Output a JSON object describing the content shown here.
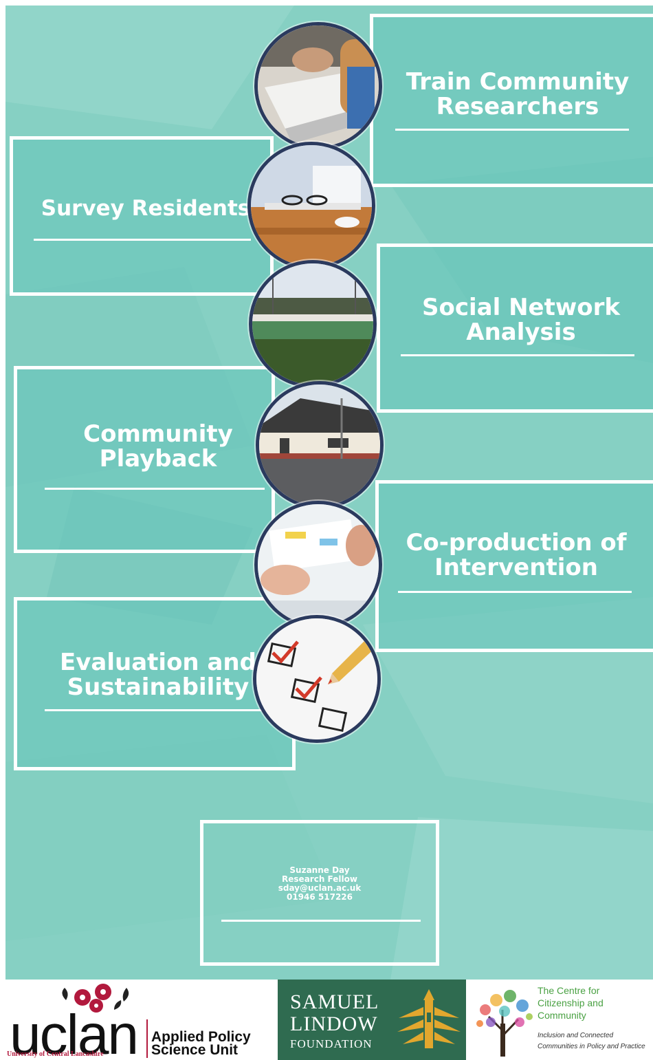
{
  "steps": [
    {
      "title_line1": "Train Community",
      "title_line2": "Researchers",
      "image": "laptop-meeting-photo"
    },
    {
      "title_line1": "Survey Residents",
      "title_line2": "",
      "image": "desk-glasses-photo"
    },
    {
      "title_line1": "Social Network",
      "title_line2": "Analysis",
      "image": "stadium-field-photo"
    },
    {
      "title_line1": "Community",
      "title_line2": "Playback",
      "image": "community-building-photo"
    },
    {
      "title_line1": "Co-production of",
      "title_line2": "Intervention",
      "image": "workshop-hands-photo"
    },
    {
      "title_line1": "Evaluation and",
      "title_line2": "Sustainability",
      "image": "checklist-photo"
    }
  ],
  "contact": {
    "name": "Suzanne Day",
    "role": "Research Fellow",
    "email": "sday@uclan.ac.uk",
    "phone": "01946 517226"
  },
  "logos": {
    "uclan": {
      "wordmark": "uclan",
      "university": "University of Central Lancashire",
      "unit_line1": "Applied Policy",
      "unit_line2": "Science Unit"
    },
    "samuel_lindow": {
      "line1": "SAMUEL",
      "line2": "LINDOW",
      "line3": "FOUNDATION"
    },
    "ccc": {
      "line1": "The Centre for",
      "line2": "Citizenship and",
      "line3": "Community",
      "tagline1": "Inclusion and Connected",
      "tagline2": "Communities in Policy and Practice"
    }
  },
  "colors": {
    "background": "#86d0c3",
    "box_fill": "#66c4ba",
    "circle_border": "#2b3a5e",
    "uclan_red": "#b2193d",
    "slf_green": "#2f6b50",
    "slf_gold": "#e2a72e",
    "ccc_green": "#4aa143"
  }
}
